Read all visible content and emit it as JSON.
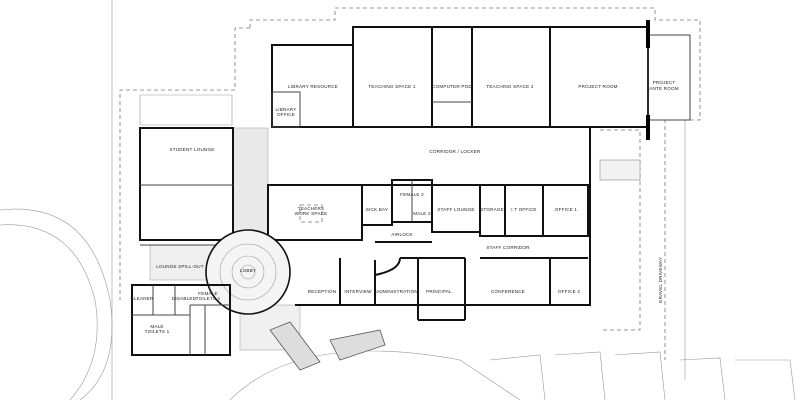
{
  "rooms": {
    "library_resource": "LIBRARY RESOURCE",
    "teaching_space_1": "TEACHING SPACE 1",
    "computer_pod": "COMPUTER POD",
    "teaching_space_2": "TEACHING SPACE 2",
    "project_room": "PROJECT ROOM",
    "project_ante_room_1": "PROJECT",
    "project_ante_room_2": "ANTE ROOM",
    "library_office_1": "LIBRARY",
    "library_office_2": "OFFICE",
    "corridor_locker": "CORRIDOR / LOCKER",
    "student_lounge": "STUDENT LOUNGE",
    "teachers_work_space_1": "TEACHERS",
    "teachers_work_space_2": "WORK SPACE",
    "sick_bay": "SICK BAY",
    "female_toilets_2": "FEMALE 2",
    "male_toilets_2": "MALE 2",
    "airlock": "AIRLOCK",
    "staff_lounge": "STAFF LOUNGE",
    "storage": "STORAGE",
    "it_office": "I.T OFFICE",
    "office_1": "OFFICE 1",
    "staff_corridor": "STAFF CORRIDOR",
    "lobby": "LOBBY",
    "lounge_spill_out": "LOUNGE SPILL-OUT",
    "reception": "RECEPTION",
    "interview": "INTERVIEW",
    "administration": "ADMINISTRATION",
    "principal": "PRINCIPAL",
    "conference": "CONFERENCE",
    "office_2": "OFFICE 2",
    "cleaner": "CLEANER",
    "disabled": "DISABLED",
    "female_toilets_1a": "FEMALE",
    "female_toilets_1b": "TOILETS 1",
    "male_toilets_1a": "MALE",
    "male_toilets_1b": "TOILETS 1"
  },
  "site": {
    "gravel_driveway": "GRAVEL DRIVEWAY"
  }
}
